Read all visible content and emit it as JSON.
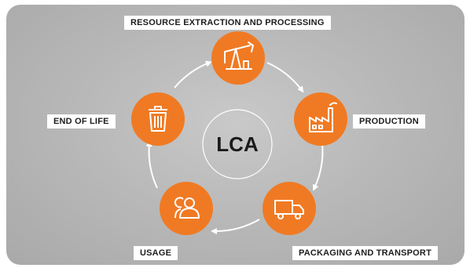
{
  "center": {
    "label": "LCA"
  },
  "stages": [
    {
      "label": "RESOURCE EXTRACTION AND PROCESSING",
      "icon": "pumpjack-icon"
    },
    {
      "label": "PRODUCTION",
      "icon": "factory-icon"
    },
    {
      "label": "PACKAGING AND TRANSPORT",
      "icon": "truck-icon"
    },
    {
      "label": "USAGE",
      "icon": "users-icon"
    },
    {
      "label": "END OF LIFE",
      "icon": "trash-can-icon"
    }
  ],
  "colors": {
    "accent": "#F07A23",
    "background": "#B8B8B8",
    "ring": "#FFFFFF",
    "label_bg": "#FFFFFF",
    "text": "#1D1D1D"
  }
}
